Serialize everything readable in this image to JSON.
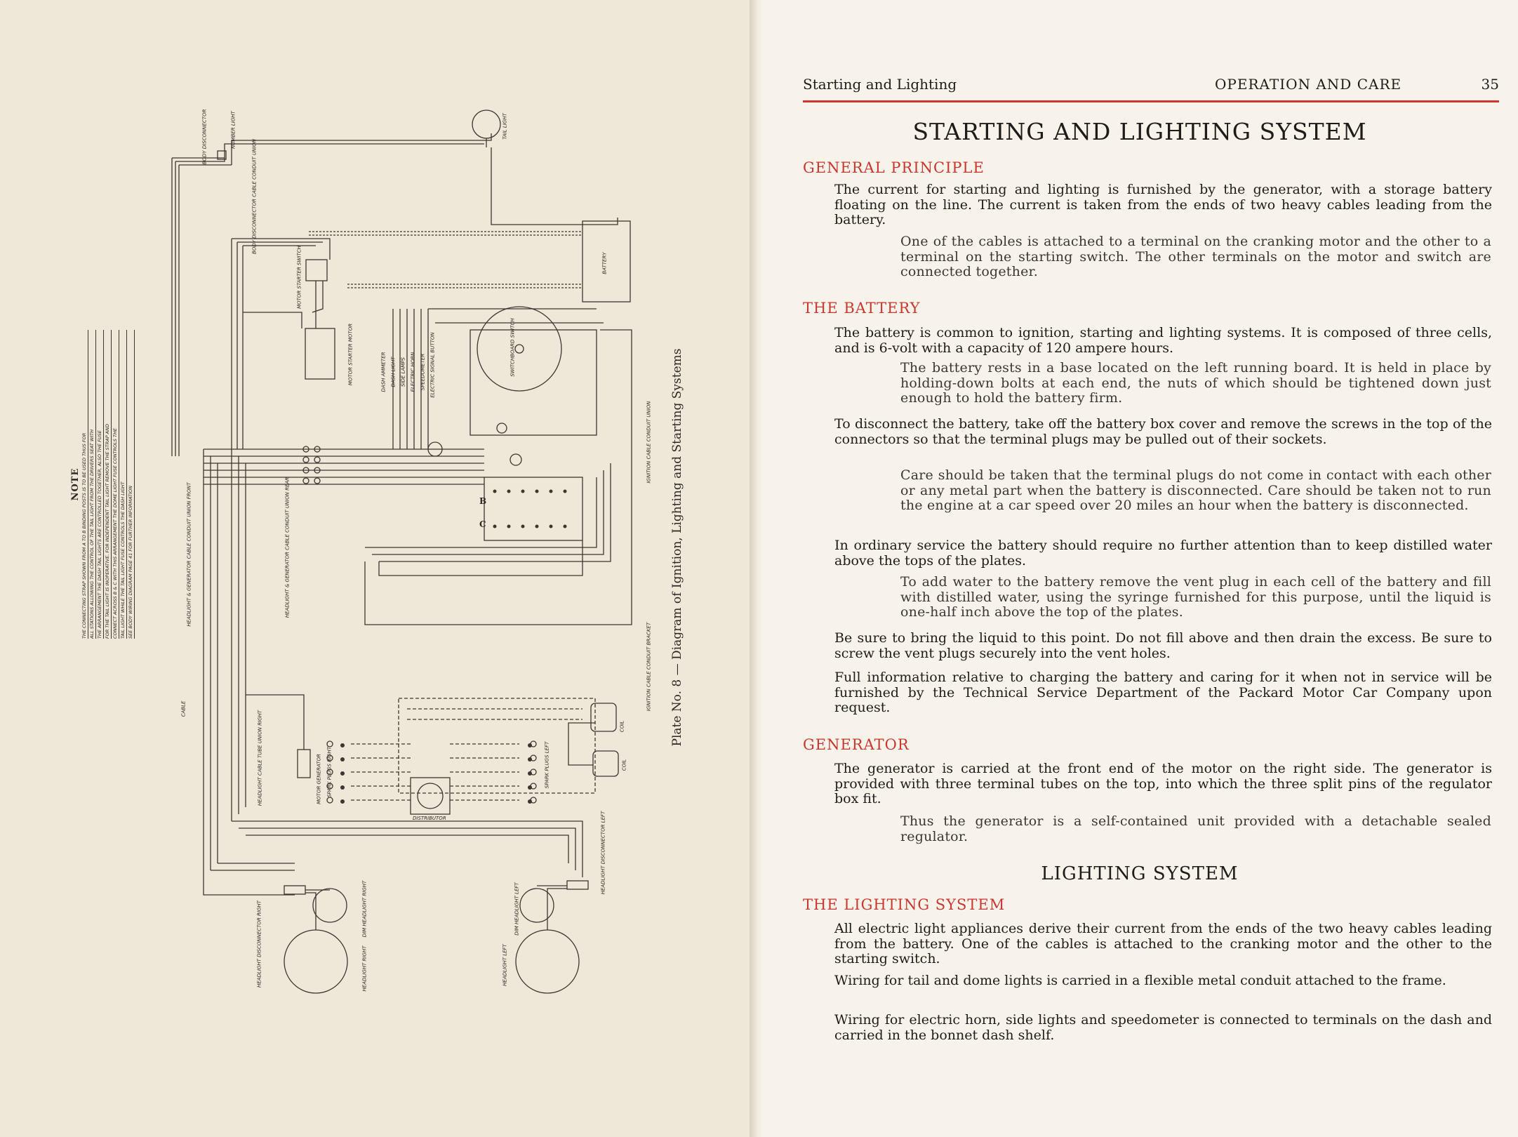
{
  "diagram": {
    "plate_caption": "Plate No. 8 — Diagram of Ignition, Lighting and Starting Systems",
    "note": {
      "title": "NOTE",
      "lines": [
        "THE CONNECTING STRAP SHOWN FROM A TO B BINDING POSTS IS TO BE USED THUS FOR",
        "ALL STATIONS ALLOWING THE CONTROL OF THE TAIL LIGHT FROM THE DRIVERS SEAT WITH",
        "THE ARRANGEMENT THE DASH TAIL LIGHTS ARE CONTROLLED TOGETHER, ALSO THE FUSE",
        "FOR THE TAIL LIGHT IS INOPERATIVE. FOR INDEPENDENT TAIL LIGHT REMOVE THE STRAP AND",
        "CONNECT ACROSS B & C WITH THIS ARRANGEMENT THE DOME LIGHT FUSE CONTROLS THE",
        "TAIL LIGHT WHILE THE TAIL LIGHT FUSE CONTROLS THE DASH LIGHT",
        "SEE BODY WIRING DIAGRAM PAGE 41 FOR FURTHER INFORMATION"
      ]
    },
    "labels": {
      "body_disconnector": "BODY DISCONNECTOR",
      "number_light": "NUMBER LIGHT",
      "tail_light": "TAIL LIGHT",
      "body_disconnector_conduit": "BODY DISCONNECTOR CABLE CONDUIT UNION",
      "motor_starter_switch": "MOTOR STARTER SWITCH",
      "battery": "BATTERY",
      "motor_starter_motor": "MOTOR STARTER MOTOR",
      "dash_ammeter": "DASH AMMETER",
      "dash_light": "DASH LIGHT",
      "side_lamps": "SIDE LAMPS",
      "electric_horn": "ELECTRIC HORN",
      "speedometer": "SPEEDOMETER",
      "electric_signal_button": "ELECTRIC SIGNAL BUTTON",
      "switchboard_switch": "SWITCHBOARD SWITCH",
      "ignition_cable_conduit_union": "IGNITION CABLE CONDUIT UNION",
      "ignition_cable_conduit_bracket": "IGNITION CABLE CONDUIT BRACKET",
      "headlight_generator_conduit_front": "HEADLIGHT & GENERATOR CABLE CONDUIT UNION FRONT",
      "headlight_generator_conduit_rear": "HEADLIGHT & GENERATOR CABLE CONDUIT UNION REAR",
      "headlight_cable_tube_right": "HEADLIGHT CABLE TUBE UNION RIGHT",
      "motor_generator": "MOTOR GENERATOR",
      "spark_plugs_right": "SPARK PLUGS RIGHT",
      "spark_plugs_left": "SPARK PLUGS LEFT",
      "distributor": "DISTRIBUTOR",
      "coil": "COIL",
      "cable": "CABLE",
      "headlight_disconnector_left": "HEADLIGHT DISCONNECTOR LEFT",
      "headlight_disconnector_right": "HEADLIGHT DISCONNECTOR RIGHT",
      "dim_headlight_right": "DIM HEADLIGHT RIGHT",
      "dim_headlight_left": "DIM HEADLIGHT LEFT",
      "headlight_right": "HEADLIGHT RIGHT",
      "headlight_left": "HEADLIGHT LEFT",
      "letter_b": "B",
      "letter_c": "C"
    }
  },
  "page": {
    "running_head_left": "Starting and Lighting",
    "running_head_center": "OPERATION AND CARE",
    "page_number": "35",
    "title": "STARTING AND LIGHTING SYSTEM",
    "sections": {
      "general": {
        "heading": "GENERAL PRINCIPLE",
        "p1": "The current for starting and lighting is furnished by the generator, with a storage battery floating on the line. The current is taken from the ends of two heavy cables leading from the battery.",
        "n1": "One of the cables is attached to a terminal on the cranking motor and the other to a terminal on the starting switch. The other terminals on the motor and switch are connected together."
      },
      "battery": {
        "heading": "THE BATTERY",
        "p1": "The battery is common to ignition, starting and lighting systems. It is composed of three cells, and is 6-volt with a capacity of 120 ampere hours.",
        "n1": "The battery rests in a base located on the left running board. It is held in place by holding-down bolts at each end, the nuts of which should be tightened down just enough to hold the battery firm.",
        "p2": "To disconnect the battery, take off the battery box cover and remove the screws in the top of the connectors so that the terminal plugs may be pulled out of their sockets.",
        "n2": "Care should be taken that the terminal plugs do not come in contact with each other or any metal part when the battery is disconnected. Care should be taken not to run the engine at a car speed over 20 miles an hour when the battery is disconnected.",
        "p3": "In ordinary service the battery should require no further attention than to keep distilled water above the tops of the plates.",
        "n3": "To add water to the battery remove the vent plug in each cell of the battery and fill with distilled water, using the syringe furnished for this purpose, until the liquid is one-half inch above the top of the plates.",
        "p4": "Be sure to bring the liquid to this point. Do not fill above and then drain the excess. Be sure to screw the vent plugs securely into the vent holes.",
        "p5": "Full information relative to charging the battery and caring for it when not in service will be furnished by the Technical Service Department of the Packard Motor Car Company upon request."
      },
      "generator": {
        "heading": "GENERATOR",
        "p1": "The generator is carried at the front end of the motor on the right side. The generator is provided with three terminal tubes on the top, into which the three split pins of the regulator box fit.",
        "n1": "Thus the generator is a self-contained unit provided with a detachable sealed regulator."
      },
      "lighting_title": "LIGHTING SYSTEM",
      "lighting": {
        "heading": "THE LIGHTING SYSTEM",
        "p1": "All electric light appliances derive their current from the ends of the two heavy cables leading from the battery. One of the cables is attached to the cranking motor and the other to the starting switch.",
        "p2": "Wiring for tail and dome lights is carried in a flexible metal conduit attached to the frame.",
        "p3": "Wiring for electric horn, side lights and speedometer is connected to terminals on the dash and carried in the bonnet dash shelf."
      }
    }
  },
  "colors": {
    "accent_red": "#c9382f",
    "ink": "#1e1c1a",
    "paper": "#f7f3ea",
    "line": "#3a3630"
  }
}
